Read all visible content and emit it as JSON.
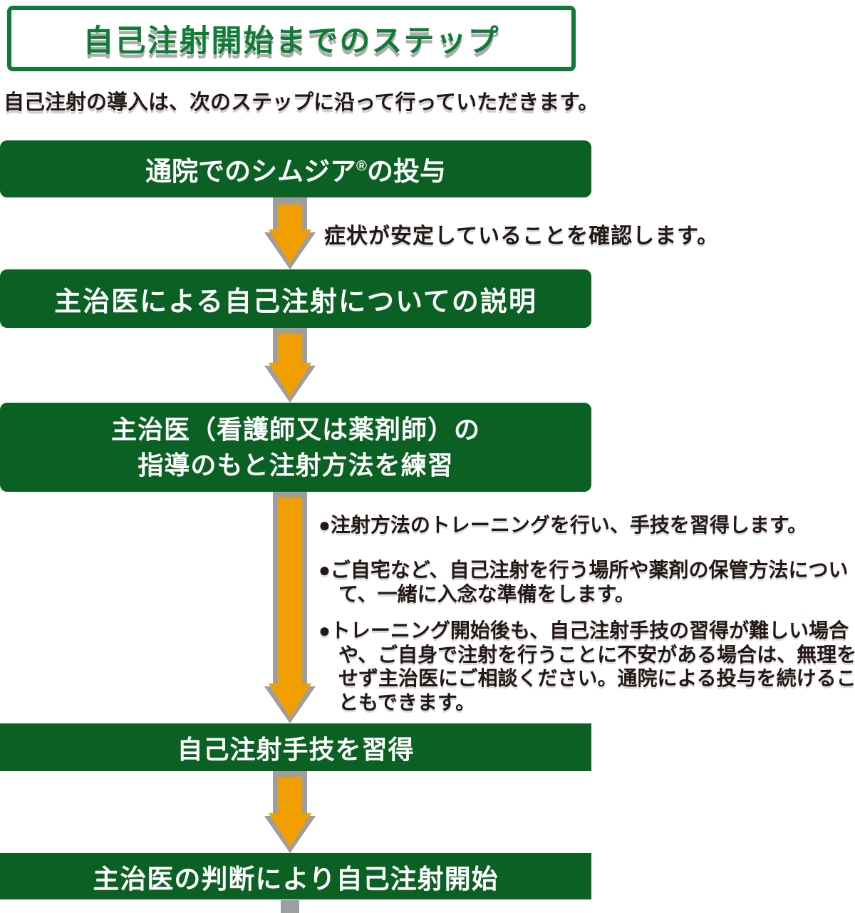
{
  "title": "自己注射開始までのステップ",
  "subtitle": "自己注射の導入は、次のステップに沿って行っていただきます。",
  "colors": {
    "box_green": "#0b6123",
    "title_green": "#0f7c36",
    "arrow_orange": "#f09e00",
    "shadow_gray": "#9e9e9e",
    "text_black": "#231815"
  },
  "steps": {
    "step1": {
      "pre": "通院でのシムジア",
      "reg": "®",
      "post": "の投与"
    },
    "step2": "主治医による自己注射についての説明",
    "step3_line1": "主治医（看護師又は薬剤師）の",
    "step3_line2": "指導のもと注射方法を練習",
    "step4": "自己注射手技を習得",
    "step5": "主治医の判断により自己注射開始"
  },
  "annotations": {
    "after_step1": "症状が安定していることを確認します。",
    "practice_notes": [
      "●注射方法のトレーニングを行い、手技を習得します。",
      "●ご自宅など、自己注射を行う場所や薬剤の保管方法について、一緒に入念な準備をします。",
      "●トレーニング開始後も、自己注射手技の習得が難しい場合や、ご自身で注射を行うことに不安がある場合は、無理をせず主治医にご相談ください。通院による投与を続けることもできます。"
    ]
  }
}
